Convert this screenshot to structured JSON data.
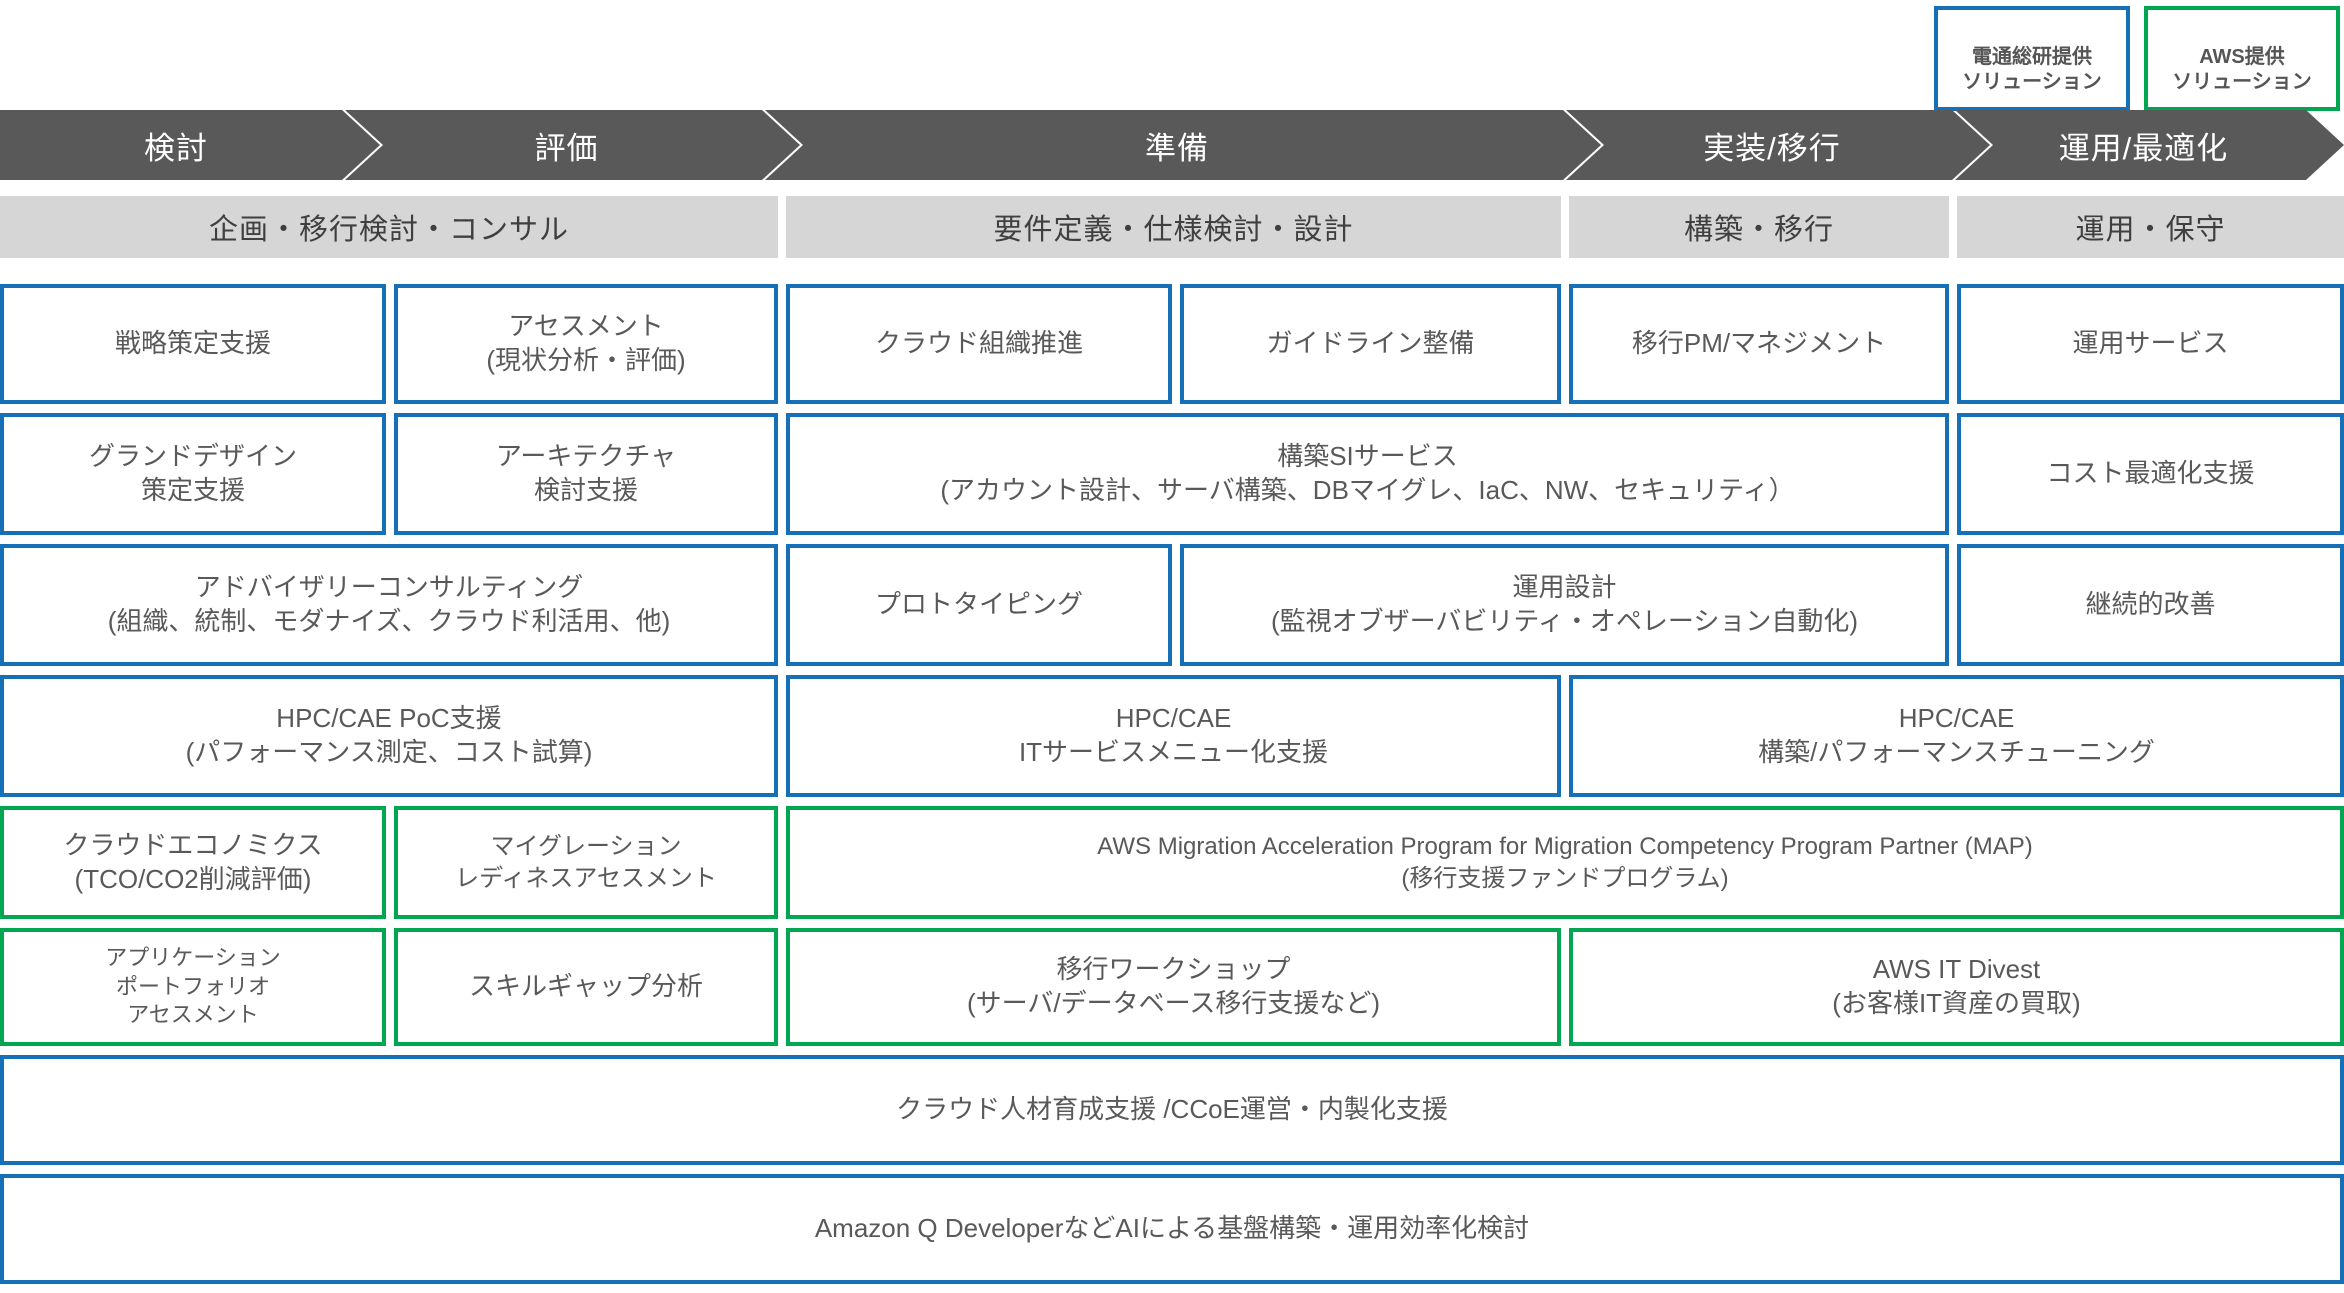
{
  "legend": {
    "items": [
      {
        "label": "電通総研提供\nソリューション",
        "color": "#1670B8",
        "name": "legend-dentsu-soken"
      },
      {
        "label": "AWS提供\nソリューション",
        "color": "#00A650",
        "name": "legend-aws"
      }
    ]
  },
  "phases": {
    "items": [
      {
        "label": "検討"
      },
      {
        "label": "評価"
      },
      {
        "label": "準備"
      },
      {
        "label": "実装/移行"
      },
      {
        "label": "運用/最適化"
      }
    ]
  },
  "categories": {
    "items": [
      {
        "label": "企画・移行検討・コンサル"
      },
      {
        "label": "要件定義・仕様検討・設計"
      },
      {
        "label": "構築・移行"
      },
      {
        "label": "運用・保守"
      }
    ]
  },
  "rows": [
    {
      "boxes": [
        {
          "label": "戦略策定支援",
          "color": "blue",
          "size": "f26"
        },
        {
          "label": "アセスメント\n(現状分析・評価)",
          "color": "blue",
          "size": "f26"
        },
        {
          "label": "クラウド組織推進",
          "color": "blue",
          "size": "f26"
        },
        {
          "label": "ガイドライン整備",
          "color": "blue",
          "size": "f26"
        },
        {
          "label": "移行PM/マネジメント",
          "color": "blue",
          "size": "f26"
        },
        {
          "label": "運用サービス",
          "color": "blue",
          "size": "f26"
        }
      ]
    },
    {
      "boxes": [
        {
          "label": "グランドデザイン\n策定支援",
          "color": "blue",
          "size": "f26"
        },
        {
          "label": "アーキテクチャ\n検討支援",
          "color": "blue",
          "size": "f26"
        },
        {
          "label": "構築SIサービス\n(アカウント設計、サーバ構築、DBマイグレ、IaC、NW、セキュリティ）",
          "color": "blue",
          "size": "f26"
        },
        {
          "label": "コスト最適化支援",
          "color": "blue",
          "size": "f26"
        }
      ]
    },
    {
      "boxes": [
        {
          "label": "アドバイザリーコンサルティング\n(組織、統制、モダナイズ、クラウド利活用、他)",
          "color": "blue",
          "size": "f26"
        },
        {
          "label": "プロトタイピング",
          "color": "blue",
          "size": "f26"
        },
        {
          "label": "運用設計\n(監視オブザーバビリティ・オペレーション自動化)",
          "color": "blue",
          "size": "f26"
        },
        {
          "label": "継続的改善",
          "color": "blue",
          "size": "f26"
        }
      ]
    },
    {
      "boxes": [
        {
          "label": "HPC/CAE PoC支援\n(パフォーマンス測定、コスト試算)",
          "color": "blue",
          "size": "f26"
        },
        {
          "label": "HPC/CAE\nITサービスメニュー化支援",
          "color": "blue",
          "size": "f26"
        },
        {
          "label": "HPC/CAE\n構築/パフォーマンスチューニング",
          "color": "blue",
          "size": "f26"
        }
      ]
    },
    {
      "boxes": [
        {
          "label": "クラウドエコノミクス\n(TCO/CO2削減評価)",
          "color": "green",
          "size": "f26"
        },
        {
          "label": "マイグレーション\nレディネスアセスメント",
          "color": "green",
          "size": "f24"
        },
        {
          "label": "AWS Migration Acceleration Program for Migration Competency Program Partner (MAP)\n(移行支援ファンドプログラム)",
          "color": "green",
          "size": "f24"
        }
      ]
    },
    {
      "boxes": [
        {
          "label": "アプリケーション\nポートフォリオ\nアセスメント",
          "color": "green",
          "size": "f22"
        },
        {
          "label": "スキルギャップ分析",
          "color": "green",
          "size": "f26"
        },
        {
          "label": "移行ワークショップ\n(サーバ/データベース移行支援など)",
          "color": "green",
          "size": "f26"
        },
        {
          "label": "AWS IT Divest\n(お客様IT資産の買取)",
          "color": "green",
          "size": "f26"
        }
      ]
    },
    {
      "boxes": [
        {
          "label": "クラウド人材育成支援 /CCoE運営・内製化支援",
          "color": "blue",
          "size": "f26"
        }
      ]
    },
    {
      "boxes": [
        {
          "label": "Amazon Q DeveloperなどAIによる基盤構築・運用効率化検討",
          "color": "blue",
          "size": "f26"
        }
      ]
    }
  ]
}
